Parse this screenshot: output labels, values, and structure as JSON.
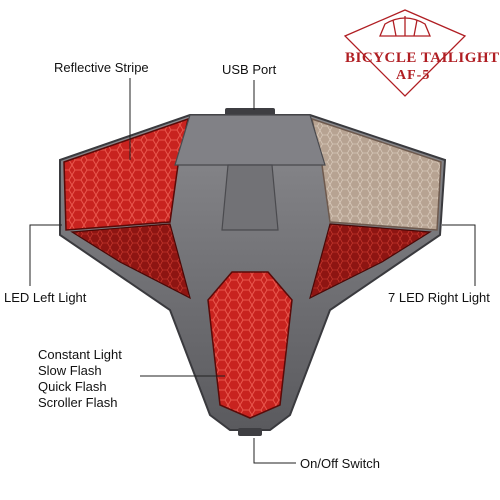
{
  "brand": {
    "title": "BICYCLE TAILIGHT",
    "model": "AF-5",
    "color": "#b01e23",
    "logo_icon": "bicycle-helmet-logo-icon"
  },
  "callouts": {
    "reflective_stripe": "Reflective Stripe",
    "usb_port": "USB Port",
    "led_left": "LED Left Light",
    "led_right": "7 LED Right Light",
    "on_off_switch": "On/Off Switch"
  },
  "modes": [
    "Constant Light",
    "Slow Flash",
    "Quick Flash",
    "Scroller Flash"
  ],
  "colors": {
    "housing": "#7c7c80",
    "housing_dark": "#4a4a4e",
    "lens_red": "#c41a1a",
    "lens_dark_red": "#7a0e0e",
    "lens_off": "#b8a496"
  }
}
